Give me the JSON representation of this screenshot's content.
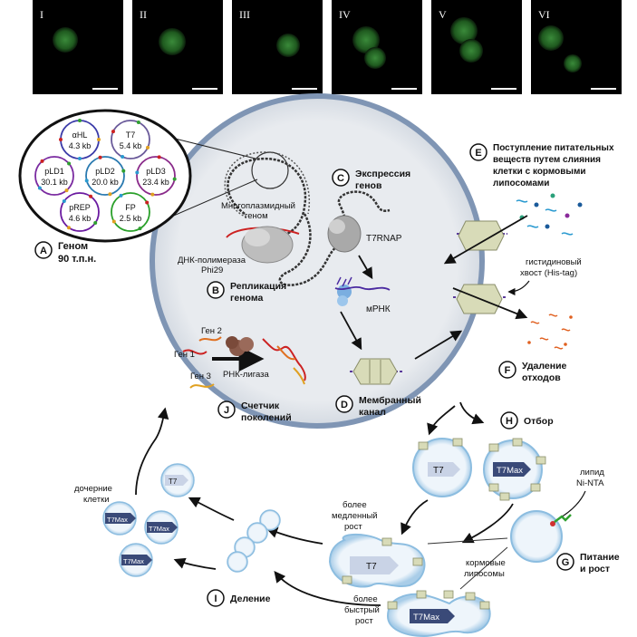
{
  "micrographs": [
    "I",
    "II",
    "III",
    "IV",
    "V",
    "VI"
  ],
  "plasmids": [
    {
      "name": "αHL",
      "size": "4.3 kb",
      "color": "#3a3aa8"
    },
    {
      "name": "T7",
      "size": "5.4 kb",
      "color": "#6a5a9a"
    },
    {
      "name": "pLD1",
      "size": "30.1 kb",
      "color": "#7a2aa0"
    },
    {
      "name": "pLD2",
      "size": "20.0 kb",
      "color": "#2a7ab0"
    },
    {
      "name": "pLD3",
      "size": "23.4 kb",
      "color": "#8a2a8a"
    },
    {
      "name": "pREP",
      "size": "4.6 kb",
      "color": "#6a1aa0"
    },
    {
      "name": "FP",
      "size": "2.5 kb",
      "color": "#2aa02a"
    }
  ],
  "labels": {
    "A": {
      "letter": "A",
      "line1": "Геном",
      "line2": "90 т.п.н."
    },
    "B": {
      "letter": "B",
      "line1": "Репликация",
      "line2": "генома"
    },
    "C": {
      "letter": "C",
      "line1": "Экспрессия",
      "line2": "генов"
    },
    "D": {
      "letter": "D",
      "line1": "Мембранный",
      "line2": "канал"
    },
    "E": {
      "letter": "E",
      "line1": "Поступление питательных",
      "line2": "веществ путем слияния",
      "line3": "клетки с кормовыми",
      "line4": "липосомами"
    },
    "F": {
      "letter": "F",
      "line1": "Удаление",
      "line2": "отходов"
    },
    "G": {
      "letter": "G",
      "line1": "Питание",
      "line2": "и рост"
    },
    "H": {
      "letter": "H",
      "line1": "Отбор"
    },
    "I": {
      "letter": "I",
      "line1": "Деление"
    },
    "J": {
      "letter": "J",
      "line1": "Счетчик",
      "line2": "поколений"
    }
  },
  "texts": {
    "multiplasmid_1": "Многоплазмидный",
    "multiplasmid_2": "геном",
    "polymerase_1": "ДНК-полимераза",
    "polymerase_2": "Phi29",
    "t7rnap": "T7RNAP",
    "mrna": "мРНК",
    "his_1": "гистидиновый",
    "his_2": "хвост (His-tag)",
    "gene1": "Ген 1",
    "gene2": "Ген 2",
    "gene3": "Ген 3",
    "ligase": "РНК-лигаза",
    "daughter_1": "дочерние",
    "daughter_2": "клетки",
    "slower_1": "более",
    "slower_2": "медленный",
    "slower_3": "рост",
    "faster_1": "более",
    "faster_2": "быстрый",
    "faster_3": "рост",
    "feed_1": "кормовые",
    "feed_2": "липосомы",
    "lipid_1": "липид",
    "lipid_2": "Ni-NTA",
    "t7": "T7",
    "t7max": "T7Max"
  }
}
